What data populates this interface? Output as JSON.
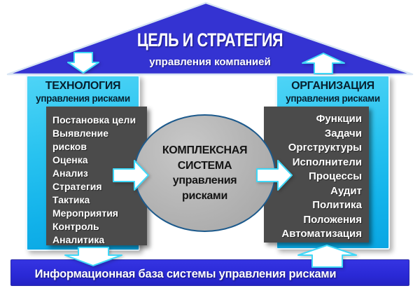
{
  "roof": {
    "title": "ЦЕЛЬ И СТРАТЕГИЯ",
    "subtitle": "управления компанией"
  },
  "left_panel": {
    "title": "ТЕХНОЛОГИЯ",
    "subtitle": "управления рисками"
  },
  "left_list": {
    "lines": [
      "Постановка цели",
      "Выявление",
      "рисков",
      "Оценка",
      "Анализ",
      "Стратегия",
      "Тактика",
      "Мероприятия",
      "Контроль",
      "Аналитика"
    ]
  },
  "right_panel": {
    "title": "ОРГАНИЗАЦИЯ",
    "subtitle": "управления рисками"
  },
  "right_list": {
    "lines": [
      "Функции",
      "Задачи",
      "Оргструктуры",
      "Исполнители",
      "Процессы",
      "Аудит",
      "Политика",
      "Положения",
      "Автоматизация"
    ]
  },
  "center_ellipse": {
    "lines": [
      "КОМПЛЕКСНАЯ",
      "СИСТЕМА",
      "управления",
      "рисками"
    ]
  },
  "footer_bar": {
    "label": "Информационная база системы управления рисками"
  },
  "arrows": [
    {
      "name": "roof-to-technology",
      "direction": "down"
    },
    {
      "name": "organization-to-roof",
      "direction": "up"
    },
    {
      "name": "technology-to-system",
      "direction": "right"
    },
    {
      "name": "system-to-organization",
      "direction": "right"
    },
    {
      "name": "technology-to-information-base",
      "direction": "down"
    },
    {
      "name": "information-base-to-organization",
      "direction": "up"
    }
  ],
  "colors": {
    "roof_blue": "#3433d2",
    "footer_blue": "#2c2bd9",
    "panel_cyan": "#29c3f0",
    "box_gray": "#4b4b4b",
    "ellipse_gray": "#b3b3b3",
    "ellipse_border": "#1d5a8c",
    "arrow_fill": "#ffffff",
    "arrow_outline": "#3fd8f8",
    "header_text": "#07202f",
    "light_text": "#ffffff"
  }
}
